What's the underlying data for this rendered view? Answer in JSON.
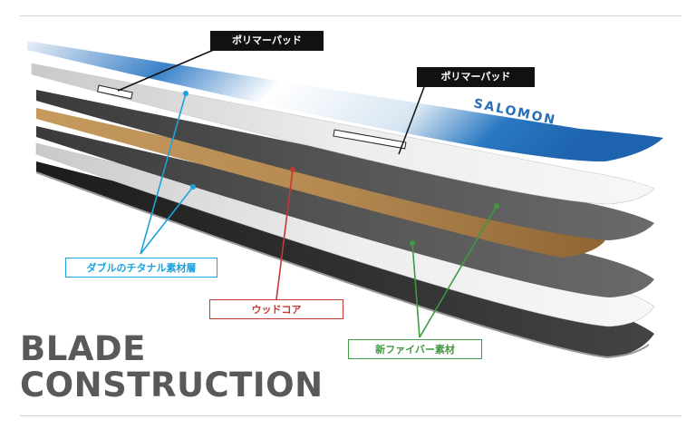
{
  "title": {
    "line1": "BLADE",
    "line2": "CONSTRUCTION"
  },
  "brand_text": "SALOMON",
  "callouts": {
    "polymer_pad_left": "ポリマーパッド",
    "polymer_pad_right": "ポリマーパッド",
    "titanal_double": "ダブルのチタナル素材層",
    "wood_core": "ウッドコア",
    "new_fiber": "新ファイバー素材"
  },
  "colors": {
    "titanal": "#1aa3dc",
    "wood": "#c23a36",
    "fiber": "#3f9a3f",
    "callout_dark": "#111111",
    "title_gray": "#595959",
    "wood_layer": "#b58a52"
  }
}
